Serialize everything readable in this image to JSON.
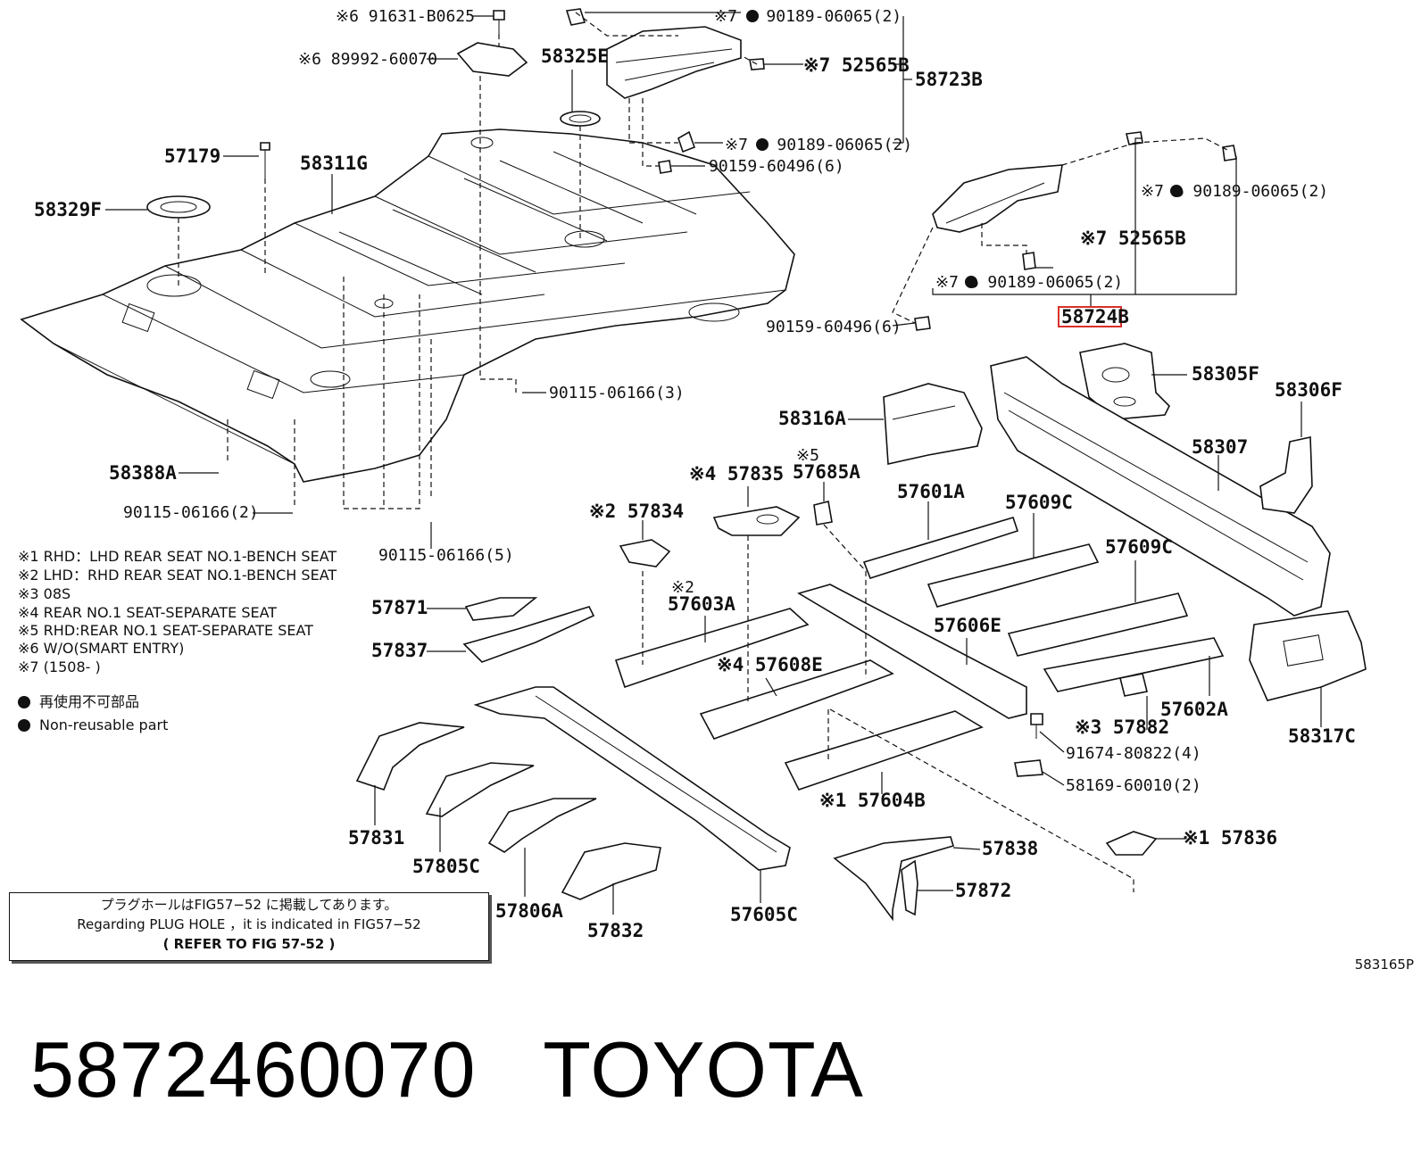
{
  "labels": [
    {
      "key": "l_91631",
      "text": "※6 91631-B0625"
    },
    {
      "key": "l_89992",
      "text": "※6 89992-60070"
    },
    {
      "key": "l_58325E",
      "text": "58325E"
    },
    {
      "key": "l_90189_a",
      "text": "※7 ● 90189-06065(2)"
    },
    {
      "key": "l_52565B_a",
      "text": "※7 52565B"
    },
    {
      "key": "l_58723B",
      "text": "58723B"
    },
    {
      "key": "l_90189_b",
      "text": "※7 ● 90189-06065(2)"
    },
    {
      "key": "l_90159_a",
      "text": "90159-60496(6)"
    },
    {
      "key": "l_57179",
      "text": "57179"
    },
    {
      "key": "l_58311G",
      "text": "58311G"
    },
    {
      "key": "l_58329F",
      "text": "58329F"
    },
    {
      "key": "l_90189_c",
      "text": "※7 ● 90189-06065(2)"
    },
    {
      "key": "l_52565B_b",
      "text": "※7 52565B"
    },
    {
      "key": "l_90189_d",
      "text": "※7 ● 90189-06065(2)"
    },
    {
      "key": "l_90159_b",
      "text": "90159-60496(6)"
    },
    {
      "key": "l_58305F",
      "text": "58305F"
    },
    {
      "key": "l_58306F",
      "text": "58306F"
    },
    {
      "key": "l_58316A",
      "text": "58316A"
    },
    {
      "key": "l_90115_3",
      "text": "90115-06166(3)"
    },
    {
      "key": "l_58307",
      "text": "58307"
    },
    {
      "key": "l_58388A",
      "text": "58388A"
    },
    {
      "key": "l_57835",
      "text": "※4 57835"
    },
    {
      "key": "l_57685A_a",
      "text": "※5"
    },
    {
      "key": "l_57685A_b",
      "text": "57685A"
    },
    {
      "key": "l_57601A",
      "text": "57601A"
    },
    {
      "key": "l_57609C_a",
      "text": "57609C"
    },
    {
      "key": "l_90115_2",
      "text": "90115-06166(2)"
    },
    {
      "key": "l_57834",
      "text": "※2 57834"
    },
    {
      "key": "l_57609C_b",
      "text": "57609C"
    },
    {
      "key": "l_90115_5",
      "text": "90115-06166(5)"
    },
    {
      "key": "l_57603A_a",
      "text": "※2"
    },
    {
      "key": "l_57603A_b",
      "text": "57603A"
    },
    {
      "key": "l_57871",
      "text": "57871"
    },
    {
      "key": "l_57606E",
      "text": "57606E"
    },
    {
      "key": "l_57837",
      "text": "57837"
    },
    {
      "key": "l_57608E",
      "text": "※4 57608E"
    },
    {
      "key": "l_57882",
      "text": "※3 57882"
    },
    {
      "key": "l_57602A",
      "text": "57602A"
    },
    {
      "key": "l_58317C",
      "text": "58317C"
    },
    {
      "key": "l_91674",
      "text": "91674-80822(4)"
    },
    {
      "key": "l_58169",
      "text": "58169-60010(2)"
    },
    {
      "key": "l_57604B",
      "text": "※1 57604B"
    },
    {
      "key": "l_57831",
      "text": "57831"
    },
    {
      "key": "l_57805C",
      "text": "57805C"
    },
    {
      "key": "l_57836",
      "text": "※1 57836"
    },
    {
      "key": "l_57838",
      "text": "57838"
    },
    {
      "key": "l_57872",
      "text": "57872"
    },
    {
      "key": "l_57806A",
      "text": "57806A"
    },
    {
      "key": "l_57832",
      "text": "57832"
    },
    {
      "key": "l_57605C",
      "text": "57605C"
    }
  ],
  "highlight_label": "58724B",
  "highlight_color": "#d9302a",
  "notes": [
    "※1 RHD：LHD REAR SEAT NO.1-BENCH SEAT",
    "※2 LHD：RHD REAR SEAT NO.1-BENCH SEAT",
    "※3 08S",
    "※4 REAR NO.1 SEAT-SEPARATE SEAT",
    "※5 RHD:REAR NO.1 SEAT-SEPARATE SEAT",
    "※6 W/O(SMART ENTRY)",
    "※7 (1508-      )"
  ],
  "legend": {
    "jp": "再使用不可部品",
    "en": "Non-reusable part"
  },
  "plug_note": {
    "line1": "プラグホールはFIG57−52 に掲載してあります。",
    "line2": "Regarding  PLUG  HOLE ，it  is  indicated  in  FIG57−52",
    "line3": "(   REFER  TO  FIG  57-52  )"
  },
  "drawing_number": "583165P",
  "footer": {
    "part_number": "5872460070",
    "brand": "TOYOTA"
  }
}
